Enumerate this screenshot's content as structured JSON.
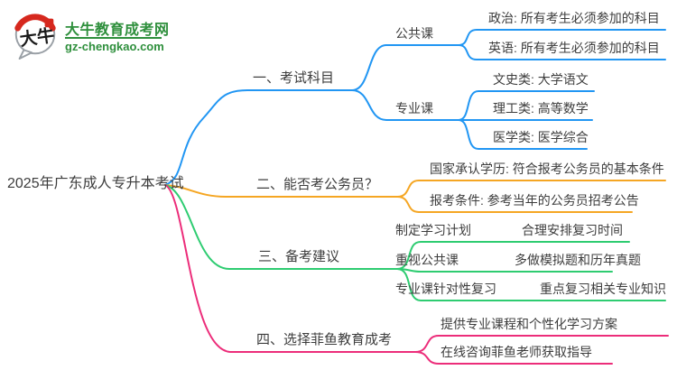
{
  "logo": {
    "title": "大牛教育成考网",
    "url": "gz-chengkao.com",
    "badge_chars": "大牛",
    "brand_green": "#2E8F3C",
    "brand_red": "#D6281E"
  },
  "root": {
    "label": "2025年广东成人专升本考试"
  },
  "branches": [
    {
      "label": "一、考试科目",
      "color": "#2196F3",
      "children": [
        {
          "label": "公共课",
          "children": [
            {
              "label": "政治: 所有考生必须参加的科目"
            },
            {
              "label": "英语: 所有考生必须参加的科目"
            }
          ]
        },
        {
          "label": "专业课",
          "children": [
            {
              "label": "文史类: 大学语文"
            },
            {
              "label": "理工类: 高等数学"
            },
            {
              "label": "医学类: 医学综合"
            }
          ]
        }
      ]
    },
    {
      "label": "二、能否考公务员？",
      "color": "#F5A623",
      "children": [
        {
          "label": "国家承认学历: 符合报考公务员的基本条件"
        },
        {
          "label": "报考条件: 参考当年的公务员招考公告"
        }
      ]
    },
    {
      "label": "三、备考建议",
      "color": "#2ECC71",
      "children": [
        {
          "label": "制定学习计划",
          "detail": "合理安排复习时间"
        },
        {
          "label": "重视公共课",
          "detail": "多做模拟题和历年真题"
        },
        {
          "label": "专业课针对性复习",
          "detail": "重点复习相关专业知识"
        }
      ]
    },
    {
      "label": "四、选择菲鱼教育成考",
      "color": "#EC2D7A",
      "children": [
        {
          "label": "提供专业课程和个性化学习方案"
        },
        {
          "label": "在线咨询菲鱼老师获取指导"
        }
      ]
    }
  ]
}
